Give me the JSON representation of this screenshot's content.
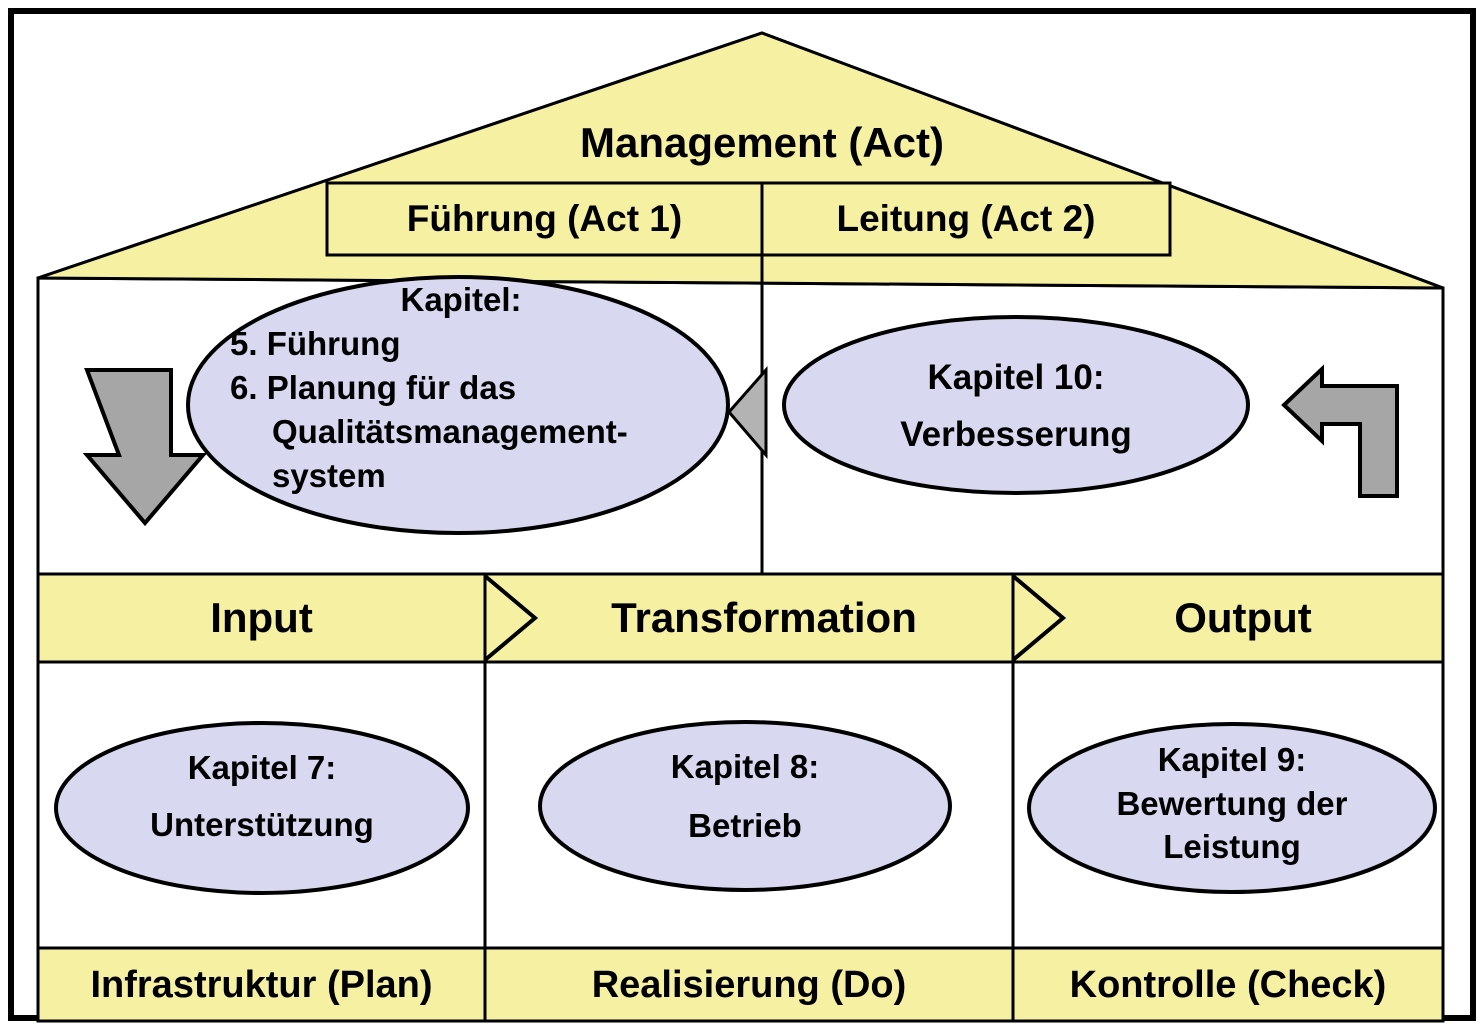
{
  "diagram": {
    "title": "Management (Act)",
    "roof": {
      "label": "Management (Act)",
      "fill": "#F6F0A2",
      "stroke": "#000000"
    },
    "act_bands": [
      {
        "name": "fuehrung",
        "label": "Führung (Act 1)",
        "fill": "#F6F0A2"
      },
      {
        "name": "leitung",
        "label": "Leitung (Act 2)",
        "fill": "#F6F0A2"
      }
    ],
    "act_ellipses": [
      {
        "name": "kapitel-5-6",
        "label": "Kapitel:\n5. Führung\n6. Planung für das\n    Qualitätsmanagement-\n    system",
        "lines": [
          "Kapitel:",
          "5. Führung",
          "6. Planung für das",
          "Qualitätsmanagement-",
          "system"
        ],
        "fill": "#D8D8F0"
      },
      {
        "name": "kapitel-10",
        "label": "Kapitel 10:\n\nVerbesserung",
        "lines": [
          "Kapitel 10:",
          "Verbesserung"
        ],
        "fill": "#D8D8F0"
      }
    ],
    "process_band": [
      {
        "name": "input",
        "label": "Input",
        "fill": "#F6F0A2"
      },
      {
        "name": "transformation",
        "label": "Transformation",
        "fill": "#F6F0A2"
      },
      {
        "name": "output",
        "label": "Output",
        "fill": "#F6F0A2"
      }
    ],
    "process_ellipses": [
      {
        "name": "kapitel-7",
        "lines": [
          "Kapitel 7:",
          "Unterstützung"
        ],
        "fill": "#D8D8F0"
      },
      {
        "name": "kapitel-8",
        "lines": [
          "Kapitel 8:",
          "Betrieb"
        ],
        "fill": "#D8D8F0"
      },
      {
        "name": "kapitel-9",
        "lines": [
          "Kapitel 9:",
          "Bewertung der",
          "Leistung"
        ],
        "fill": "#D8D8F0"
      }
    ],
    "footer_band": [
      {
        "name": "infrastruktur",
        "label": "Infrastruktur  (Plan)",
        "fill": "#F6F0A2"
      },
      {
        "name": "realisierung",
        "label": "Realisierung (Do)",
        "fill": "#F6F0A2"
      },
      {
        "name": "kontrolle",
        "label": "Kontrolle (Check)",
        "fill": "#F6F0A2"
      }
    ],
    "arrows": [
      {
        "name": "feedback-out-arrow-left",
        "direction": "bent-down-left",
        "fill": "#A6A6A6"
      },
      {
        "name": "feedback-triangle-center",
        "direction": "left",
        "fill": "#B3B3B3"
      },
      {
        "name": "feedback-in-arrow-right",
        "direction": "bent-left-up",
        "fill": "#A6A6A6"
      }
    ],
    "ellipse_texts": {
      "k56_l0": "Kapitel:",
      "k56_l1": "5. Führung",
      "k56_l2": "6. Planung für das",
      "k56_l3": "Qualitätsmanagement-",
      "k56_l4": "system",
      "k10_l0": "Kapitel 10:",
      "k10_l1": "Verbesserung",
      "k7_l0": "Kapitel 7:",
      "k7_l1": "Unterstützung",
      "k8_l0": "Kapitel 8:",
      "k8_l1": "Betrieb",
      "k9_l0": "Kapitel 9:",
      "k9_l1": "Bewertung der",
      "k9_l2": "Leistung"
    }
  }
}
